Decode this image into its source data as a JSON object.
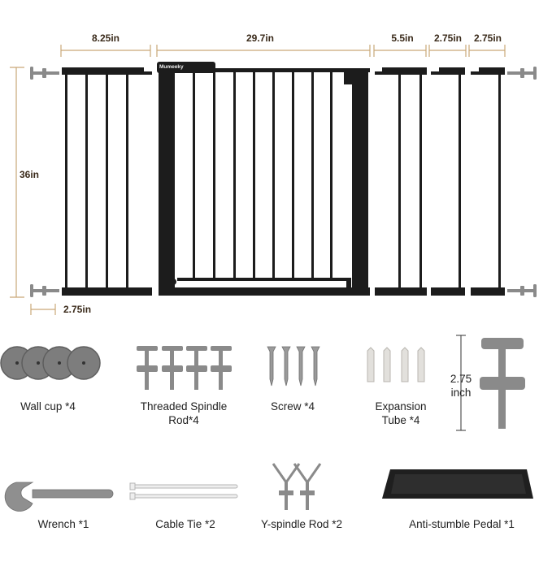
{
  "brand": "Mumeeky",
  "dimensions": {
    "ext_left_width": "8.25in",
    "gate_width": "29.7in",
    "ext_55_width": "5.5in",
    "ext_275a_width": "2.75in",
    "ext_275b_width": "2.75in",
    "gate_height": "36in",
    "spindle_offset": "2.75in"
  },
  "accessories": [
    {
      "label": "Wall cup *4"
    },
    {
      "label": "Threaded Spindle Rod*4"
    },
    {
      "label": "Screw *4"
    },
    {
      "label": "Expansion Tube *4"
    },
    {
      "label": "Wrench *1"
    },
    {
      "label": "Cable Tie *2"
    },
    {
      "label": "Y-spindle Rod *2"
    },
    {
      "label": "Anti-stumble Pedal *1"
    }
  ],
  "spindle_length": "2.75 inch",
  "colors": {
    "gate": "#1c1c1c",
    "dimension_line": "#c9a878",
    "part_gray": "#8a8a8a"
  }
}
